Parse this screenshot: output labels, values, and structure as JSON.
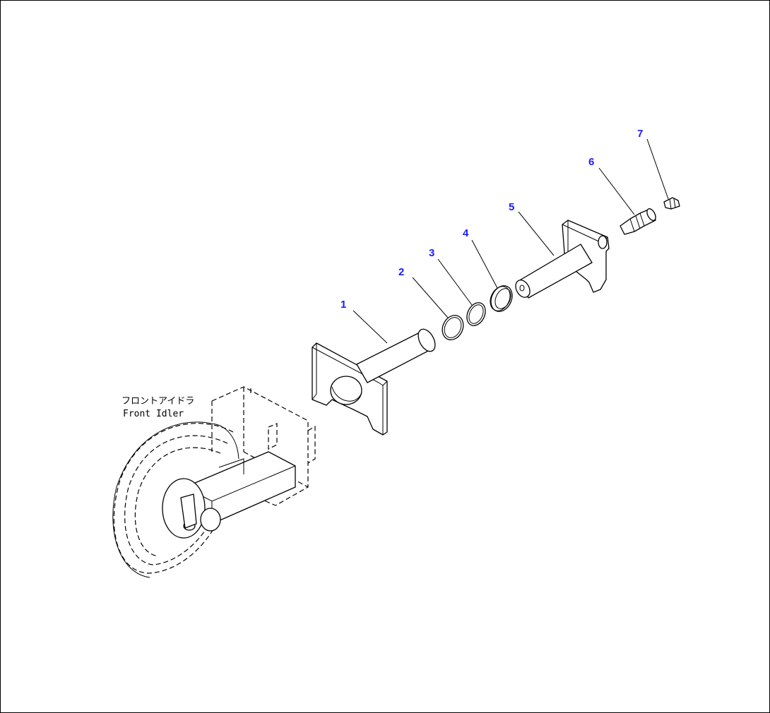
{
  "caption": {
    "japanese": "フロントアイドラ",
    "english": "Front Idler"
  },
  "callouts": [
    {
      "id": "1"
    },
    {
      "id": "2"
    },
    {
      "id": "3"
    },
    {
      "id": "4"
    },
    {
      "id": "5"
    },
    {
      "id": "6"
    },
    {
      "id": "7"
    }
  ],
  "colors": {
    "callout_text": "#1a1aff",
    "line_art": "#000000",
    "background": "#ffffff"
  }
}
